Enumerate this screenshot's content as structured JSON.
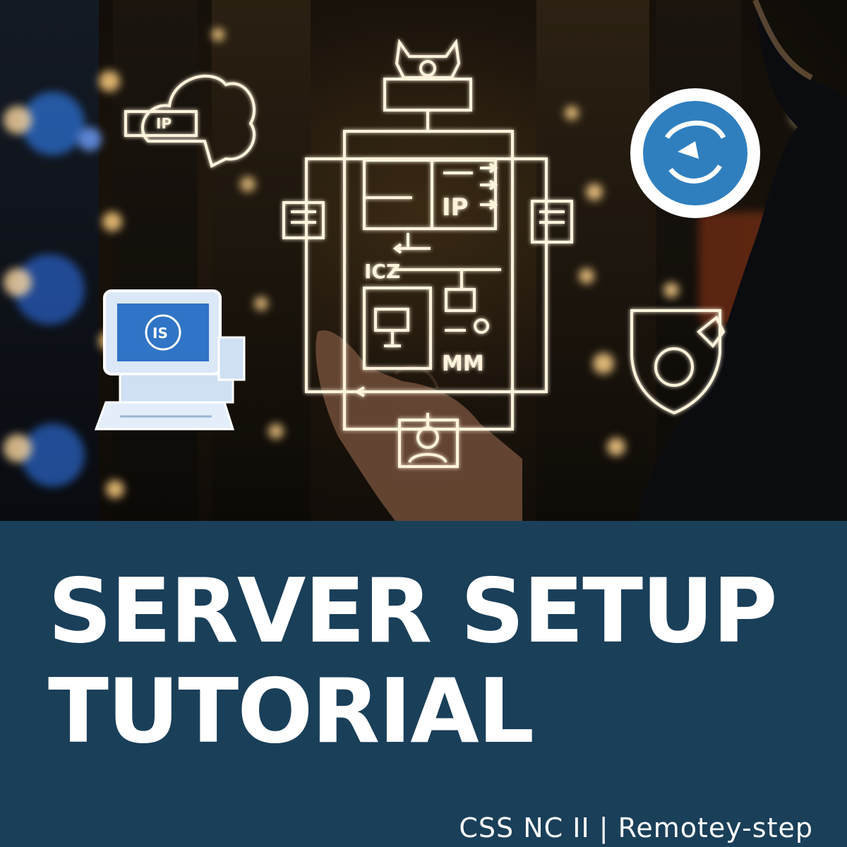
{
  "diagram": {
    "cloud_label": "IP",
    "main_ip_label": "IP",
    "icz_label": "ICZ",
    "mm_label": "MM",
    "computer_screen_label": "IS"
  },
  "banner": {
    "title_line1": "SERVER SETUP",
    "title_line2": "TUTORIAL",
    "subtitle": "CSS NC II | Remotey-step"
  },
  "colors": {
    "banner_bg": "#1a3f59",
    "title_text": "#ffffff",
    "glow_line": "#fff3dc",
    "globe_blue": "#2f7fbf"
  },
  "icons": [
    "cloud-ip-icon",
    "server-diagram-icon",
    "globe-badge-icon",
    "computer-icon",
    "shield-icon",
    "document-icon",
    "user-icon"
  ]
}
